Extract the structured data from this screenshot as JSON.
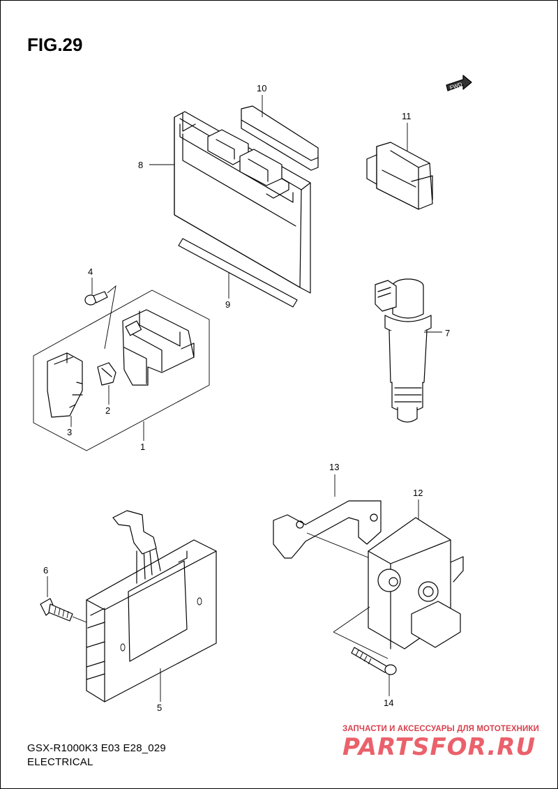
{
  "figure": {
    "title": "FIG.29"
  },
  "footer": {
    "model": "GSX-R1000K3 E03 E28_029",
    "section": "ELECTRICAL"
  },
  "fwd_badge": "FWD",
  "watermark": {
    "tagline": "ЗАПЧАСТИ И АКСЕССУАРЫ ДЛЯ МОТОТЕХНИКИ",
    "brand": "PARTSFOR.RU"
  },
  "callouts": [
    "1",
    "2",
    "3",
    "4",
    "5",
    "6",
    "7",
    "8",
    "9",
    "10",
    "11",
    "12",
    "13",
    "14"
  ]
}
